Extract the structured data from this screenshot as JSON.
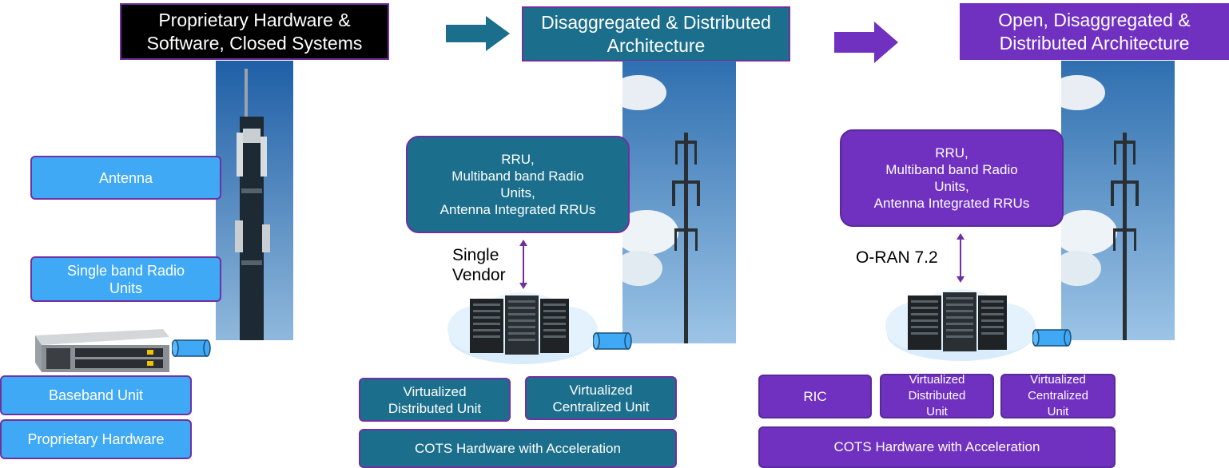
{
  "columns": [
    {
      "header": "Proprietary Hardware &\nSoftware, Closed Systems",
      "boxes": {
        "antenna": "Antenna",
        "radio": "Single band Radio\nUnits",
        "baseband": "Baseband Unit",
        "hardware": "Proprietary Hardware"
      }
    },
    {
      "header": "Disaggregated & Distributed\nArchitecture",
      "rru": "RRU,\nMultiband band Radio\nUnits,\nAntenna Integrated RRUs",
      "link_label": "Single\nVendor",
      "boxes": {
        "vdu": "Virtualized\nDistributed Unit",
        "vcu": "Virtualized\nCentralized Unit",
        "cots": "COTS  Hardware with Acceleration"
      }
    },
    {
      "header": "Open, Disaggregated &\nDistributed Architecture",
      "rru": "RRU,\nMultiband band Radio\nUnits,\nAntenna Integrated RRUs",
      "link_label": "O-RAN 7.2",
      "boxes": {
        "ric": "RIC",
        "vdu": "Virtualized\nDistributed\nUnit",
        "vcu": "Virtualized\nCentralized\nUnit",
        "cots": "COTS  Hardware with Acceleration"
      }
    }
  ],
  "colors": {
    "black": "#000000",
    "teal": "#1b6f8c",
    "purple": "#7030c0",
    "light_blue": "#3fa9f5",
    "arrow_teal": "#1b6f8c",
    "arrow_purple": "#7030c0",
    "sky": "#4a86c5"
  }
}
